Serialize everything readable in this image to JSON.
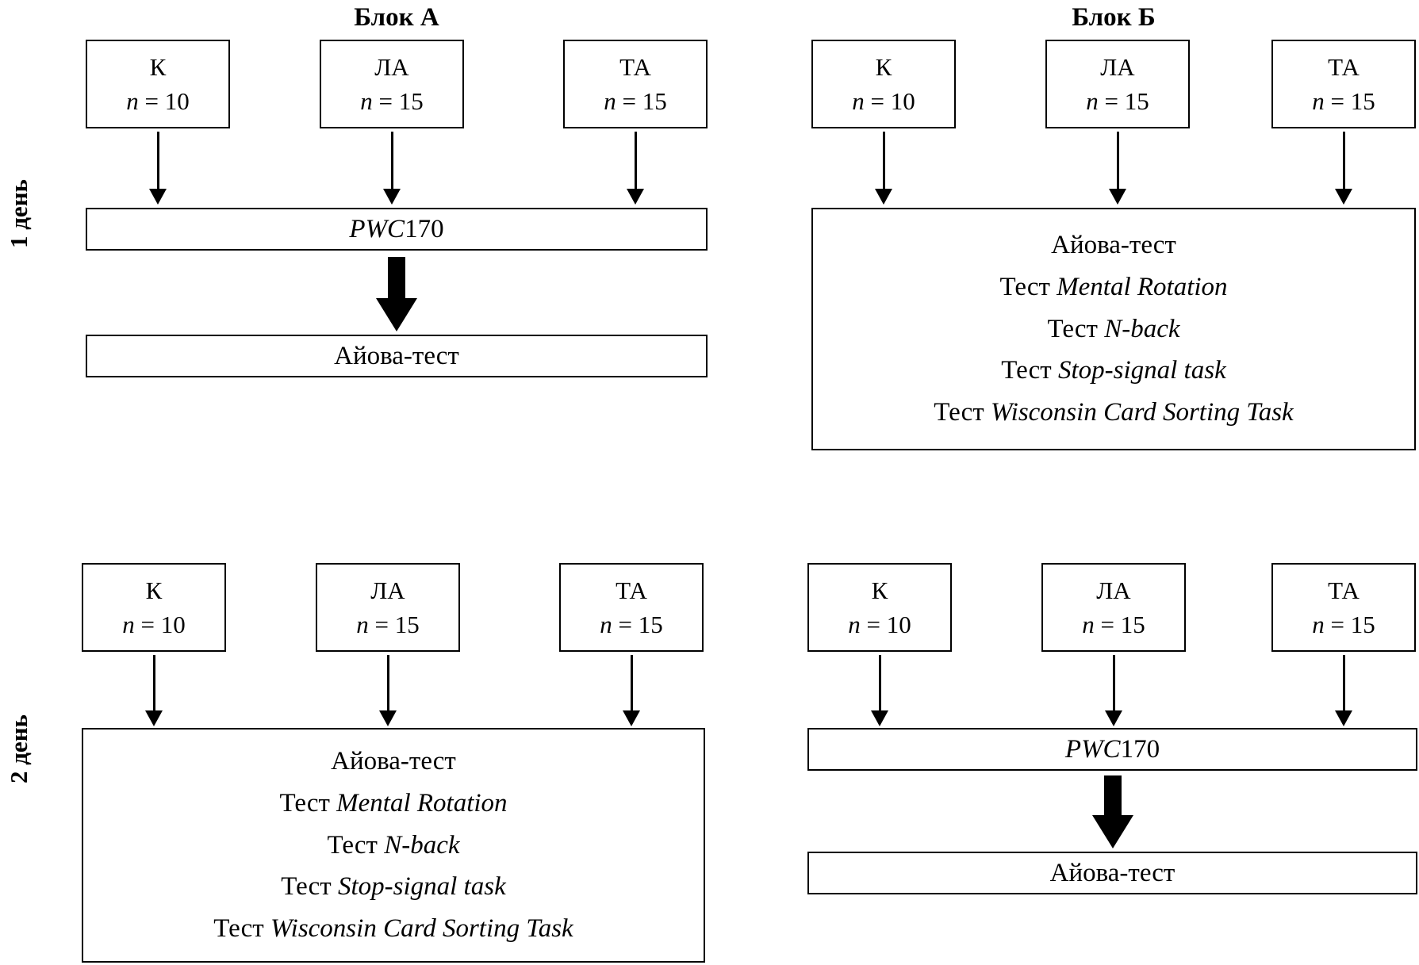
{
  "titles": {
    "block_a": "Блок А",
    "block_b": "Блок Б"
  },
  "day_labels": {
    "day1": "1 день",
    "day2": "2 день"
  },
  "groups": {
    "k": {
      "name": "К",
      "n_italic": "n",
      "n_rest": " = 10"
    },
    "la": {
      "name": "ЛА",
      "n_italic": "n",
      "n_rest": " = 15"
    },
    "ta": {
      "name": "ТА",
      "n_italic": "n",
      "n_rest": " = 15"
    }
  },
  "tests": {
    "pwc_italic": "PWC",
    "pwc_rest": "170",
    "iowa": "Айова-тест",
    "battery": [
      {
        "plain": "Айова-тест",
        "italic": ""
      },
      {
        "plain": "Тест ",
        "italic": "Mental Rotation"
      },
      {
        "plain": "Тест ",
        "italic": "N-back"
      },
      {
        "plain": "Тест ",
        "italic": "Stop-signal task"
      },
      {
        "plain": "Тест ",
        "italic": "Wisconsin Card Sorting Task"
      }
    ]
  },
  "colors": {
    "ink": "#000000",
    "background": "#ffffff"
  }
}
